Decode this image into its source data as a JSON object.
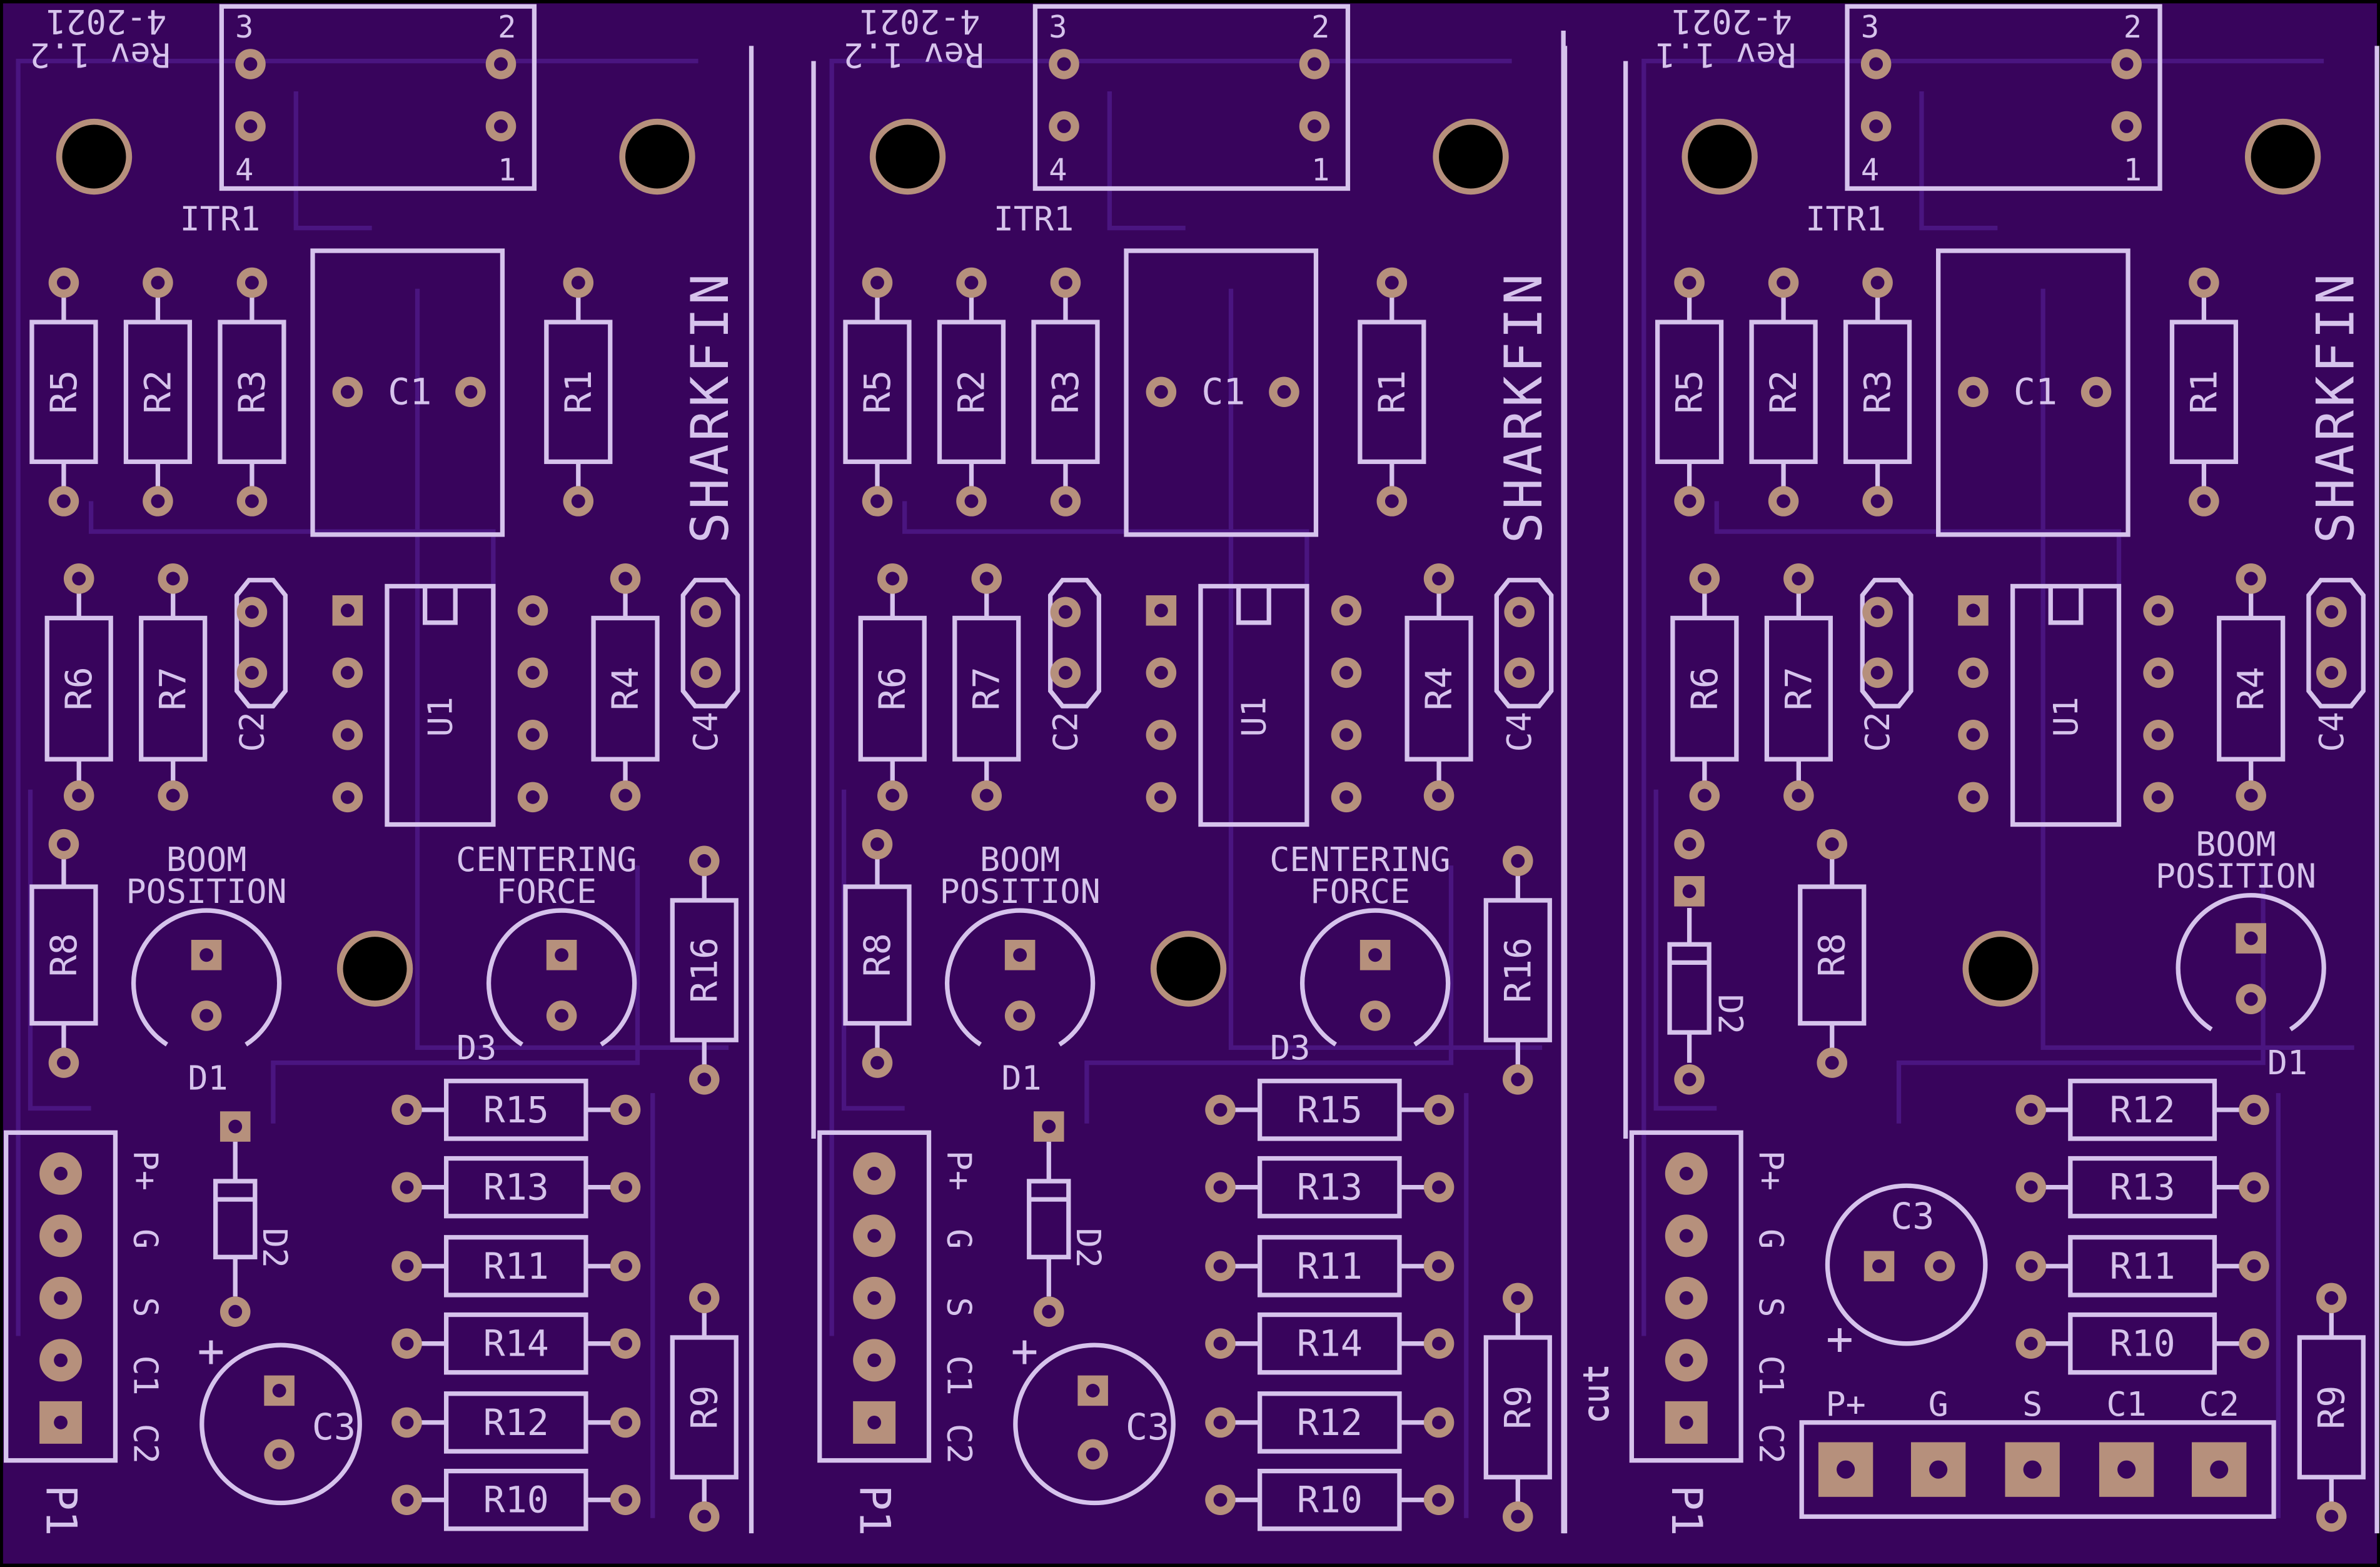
{
  "colors": {
    "background": "#38045c",
    "silkscreen": "#d6c3ec",
    "copper_pad": "#b6907c",
    "trace": "#4a1580",
    "hole": "#000000",
    "outline": "#000000"
  },
  "panels": [
    {
      "revision": "Rev 1.2",
      "date": "4-2021",
      "brand": "SHARKFIN",
      "itr": {
        "ref": "ITR1",
        "pins": [
          "3",
          "2",
          "4",
          "1"
        ]
      },
      "resistors_top": [
        "R5",
        "R2",
        "R3",
        "R1"
      ],
      "capacitor_c1": "C1",
      "resistors_mid": [
        "R6",
        "R7",
        "R4"
      ],
      "c2": "C2",
      "c4": "C4",
      "u1": "U1",
      "r8": "R8",
      "r16": "R16",
      "r9": "R9",
      "boom_position": [
        "BOOM",
        "POSITION"
      ],
      "centering_force": [
        "CENTERING",
        "FORCE"
      ],
      "d1": "D1",
      "d2": "D2",
      "d3": "D3",
      "c3": "C3",
      "p1": "P1",
      "plus": "+",
      "connector_pins": [
        "P+",
        "G",
        "S",
        "C1",
        "C2"
      ],
      "resistor_bank": [
        "R15",
        "R13",
        "R11",
        "R14",
        "R12",
        "R10"
      ],
      "cut": ""
    },
    {
      "revision": "Rev 1.2",
      "date": "4-2021",
      "brand": "SHARKFIN",
      "itr": {
        "ref": "ITR1",
        "pins": [
          "3",
          "2",
          "4",
          "1"
        ]
      },
      "resistors_top": [
        "R5",
        "R2",
        "R3",
        "R1"
      ],
      "capacitor_c1": "C1",
      "resistors_mid": [
        "R6",
        "R7",
        "R4"
      ],
      "c2": "C2",
      "c4": "C4",
      "u1": "U1",
      "r8": "R8",
      "r16": "R16",
      "r9": "R9",
      "boom_position": [
        "BOOM",
        "POSITION"
      ],
      "centering_force": [
        "CENTERING",
        "FORCE"
      ],
      "d1": "D1",
      "d2": "D2",
      "d3": "D3",
      "c3": "C3",
      "p1": "P1",
      "plus": "+",
      "connector_pins": [
        "P+",
        "G",
        "S",
        "C1",
        "C2"
      ],
      "resistor_bank": [
        "R15",
        "R13",
        "R11",
        "R14",
        "R12",
        "R10"
      ],
      "cut": "cut"
    },
    {
      "revision": "Rev 1.1",
      "date": "4-2021",
      "brand": "SHARKFIN",
      "itr": {
        "ref": "ITR1",
        "pins": [
          "3",
          "2",
          "4",
          "1"
        ]
      },
      "resistors_top": [
        "R5",
        "R2",
        "R3",
        "R1"
      ],
      "capacitor_c1": "C1",
      "resistors_mid": [
        "R6",
        "R7",
        "R4"
      ],
      "c2": "C2",
      "c4": "C4",
      "u1": "U1",
      "r8": "R8",
      "r9": "R9",
      "boom_position": [
        "BOOM",
        "POSITION"
      ],
      "d1": "D1",
      "d2": "D2",
      "c3": "C3",
      "p1": "P1",
      "plus": "+",
      "connector_pins": [
        "P+",
        "G",
        "S",
        "C1",
        "C2"
      ],
      "resistor_bank": [
        "R12",
        "R13",
        "R11",
        "R10"
      ],
      "header_labels": [
        "P+",
        "G",
        "S",
        "C1",
        "C2"
      ],
      "cut": "cut"
    }
  ]
}
